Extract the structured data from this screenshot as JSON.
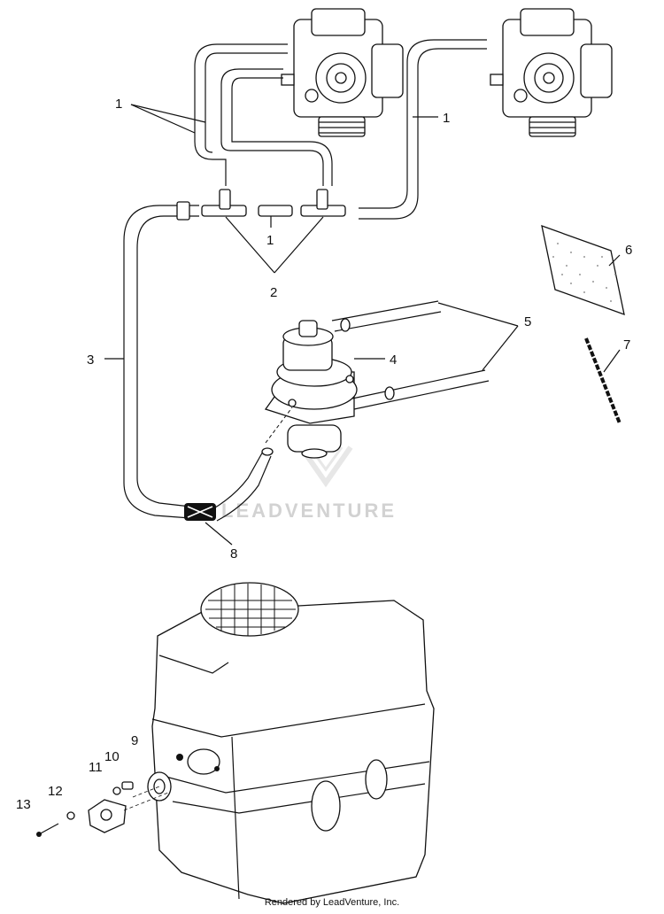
{
  "diagram": {
    "callouts": [
      "1",
      "1",
      "1",
      "2",
      "3",
      "4",
      "5",
      "6",
      "7",
      "8",
      "9",
      "10",
      "11",
      "12",
      "13"
    ],
    "watermark": "LEADVENTURE",
    "footer": "Rendered by LeadVenture, Inc."
  }
}
